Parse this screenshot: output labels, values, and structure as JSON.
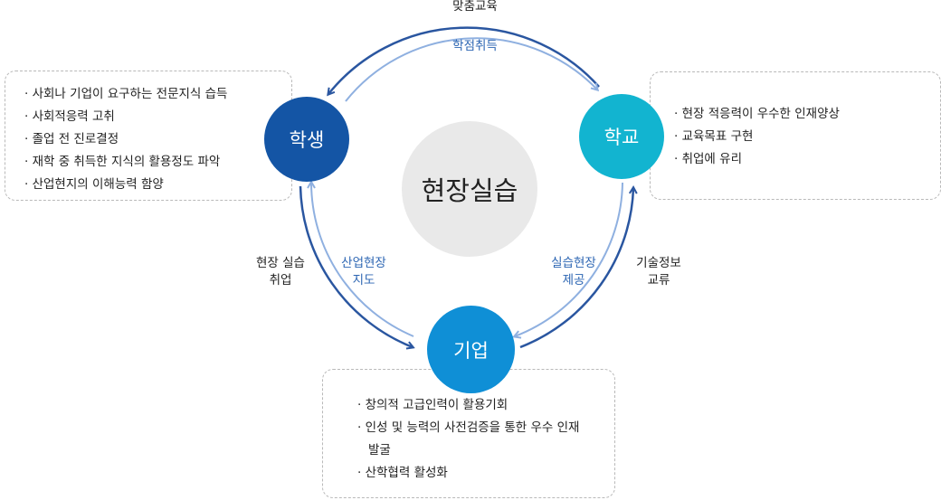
{
  "center": {
    "label": "현장실습"
  },
  "nodes": {
    "student": "학생",
    "school": "학교",
    "company": "기업"
  },
  "arrows": {
    "top_outer": "맞춤교육",
    "top_inner": "학점취득",
    "left_outer": [
      "현장 실습",
      "취업"
    ],
    "left_inner": [
      "산업현장",
      "지도"
    ],
    "right_inner": [
      "실습현장",
      "제공"
    ],
    "right_outer": [
      "기술정보",
      "교류"
    ]
  },
  "boxes": {
    "student": [
      "사회나 기업이 요구하는 전문지식 습득",
      "사회적응력 고취",
      "졸업 전 진로결정",
      "재학 중 취득한 지식의 활용정도 파악",
      "산업현지의 이해능력 함양"
    ],
    "school": [
      "현장 적응력이 우수한 인재양상",
      "교육목표 구현",
      "취업에 유리"
    ],
    "company": [
      "창의적 고급인력이 활용기회",
      "인성 및 능력의 사전검증을 통한 우수 인재 발굴",
      "산학협력 활성화"
    ]
  },
  "colors": {
    "dark_blue": "#1455a5",
    "cyan": "#12b4d0",
    "mid_blue": "#0f8fd6",
    "arrow_dark": "#2a56a0",
    "arrow_light": "#8fb0e0",
    "center_gray": "#e9e9e9"
  }
}
